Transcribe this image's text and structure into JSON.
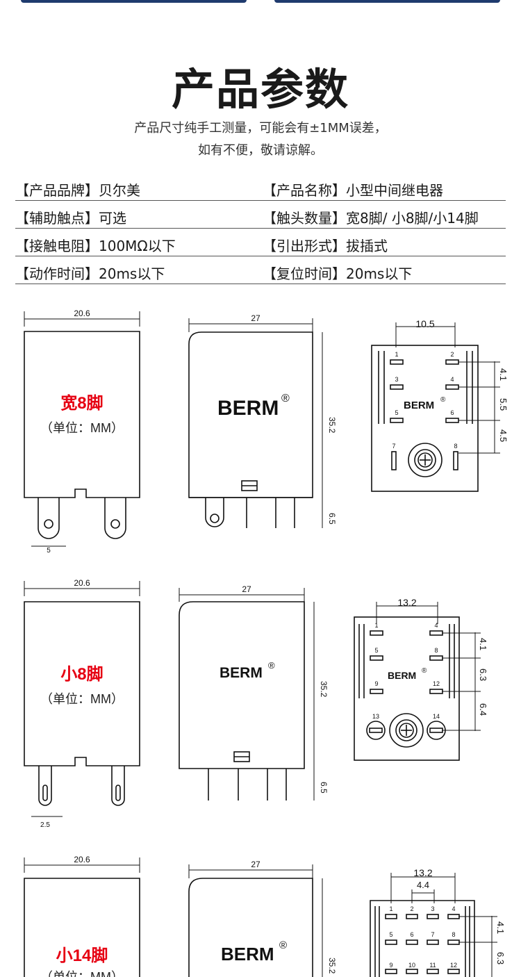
{
  "header": {
    "title": "产品参数",
    "subtitle_line1": "产品尺寸纯手工测量，可能会有±1MM误差，",
    "subtitle_line2": "如有不便，敬请谅解。"
  },
  "colors": {
    "accent_red": "#e60012",
    "top_bar": "#1f3b6e",
    "line": "#111111"
  },
  "specs": [
    {
      "left_key": "【产品品牌】",
      "left_val": "贝尔美",
      "right_key": "【产品名称】",
      "right_val": "小型中间继电器"
    },
    {
      "left_key": "【辅助触点】",
      "left_val": "可选",
      "right_key": "【触头数量】",
      "right_val": "宽8脚/ 小8脚/小14脚"
    },
    {
      "left_key": "【接触电阻】",
      "left_val": "100MΩ以下",
      "right_key": "【引出形式】",
      "right_val": "拔插式"
    },
    {
      "left_key": "【动作时间】",
      "left_val": "20ms以下",
      "right_key": "【复位时间】",
      "right_val": "20ms以下"
    }
  ],
  "drawings": {
    "brand": "BERM",
    "registered": "®",
    "unit_label": "（单位：MM）",
    "wide8": {
      "name": "宽8脚",
      "width": "20.6",
      "depth": "27",
      "height": "35.2",
      "pin_len": "6.5",
      "pin_w": "5",
      "pin_span": "10.5",
      "pitch": [
        "4.1",
        "5.5",
        "4.5"
      ],
      "pins": [
        "1",
        "2",
        "3",
        "4",
        "5",
        "6",
        "7",
        "8"
      ]
    },
    "small8": {
      "name": "小8脚",
      "width": "20.6",
      "depth": "27",
      "height": "35.2",
      "pin_len": "6.5",
      "pin_w": "2.5",
      "pin_span": "13.2",
      "pitch": [
        "4.1",
        "6.3",
        "6.4"
      ],
      "pins": [
        "1",
        "4",
        "5",
        "8",
        "9",
        "12",
        "13",
        "14"
      ]
    },
    "small14": {
      "name": "小14脚",
      "width": "20.6",
      "depth": "27",
      "height": "35.2",
      "pin_span": "13.2",
      "pin_inner": "4.4",
      "pitch": [
        "4.1",
        "6.3"
      ],
      "pins": [
        "1",
        "2",
        "3",
        "4",
        "5",
        "6",
        "7",
        "8",
        "9",
        "10",
        "11",
        "12"
      ]
    }
  }
}
